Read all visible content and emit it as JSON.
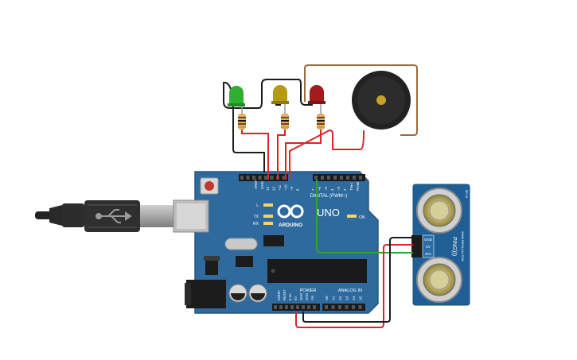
{
  "board": {
    "brand": "ARDUINO",
    "model": "UNO",
    "on_label": "ON",
    "l_label": "L",
    "tx_label": "TX",
    "rx_label": "RX",
    "aref_label": "AREF",
    "gnd_label": "GND",
    "header_pins": [
      "13",
      "12",
      "~11",
      "~10",
      "~9",
      "8",
      "7",
      "~6",
      "~5",
      "4",
      "~3",
      "2",
      "TX▸1",
      "RX◂0"
    ],
    "digital_label": "DIGITAL (PWM~)",
    "power_label": "POWER",
    "analog_label": "ANALOG IN",
    "power_pins": [
      "IOREF",
      "RESET",
      "3.3V",
      "5V",
      "GND",
      "GND",
      "Vin"
    ],
    "analog_pins": [
      "A0",
      "A1",
      "A2",
      "A3",
      "A4",
      "A5"
    ]
  },
  "sensor": {
    "pins": [
      "GND",
      "5V",
      "SIG"
    ],
    "brand_text": "PING)))",
    "small_text": "WWW.PARALLAX.COM",
    "rev_text": "REV B"
  },
  "colors": {
    "board": "#2e6a9e",
    "board_dark": "#24567f",
    "sensor_board": "#1f5f96",
    "wire_red": "#d8262b",
    "wire_black": "#1b1b1b",
    "wire_green": "#2ea52e",
    "wire_brown": "#9c6b3e",
    "led_green": "#2fae2f",
    "led_yellow": "#b59a12",
    "led_red": "#a31c1c"
  }
}
